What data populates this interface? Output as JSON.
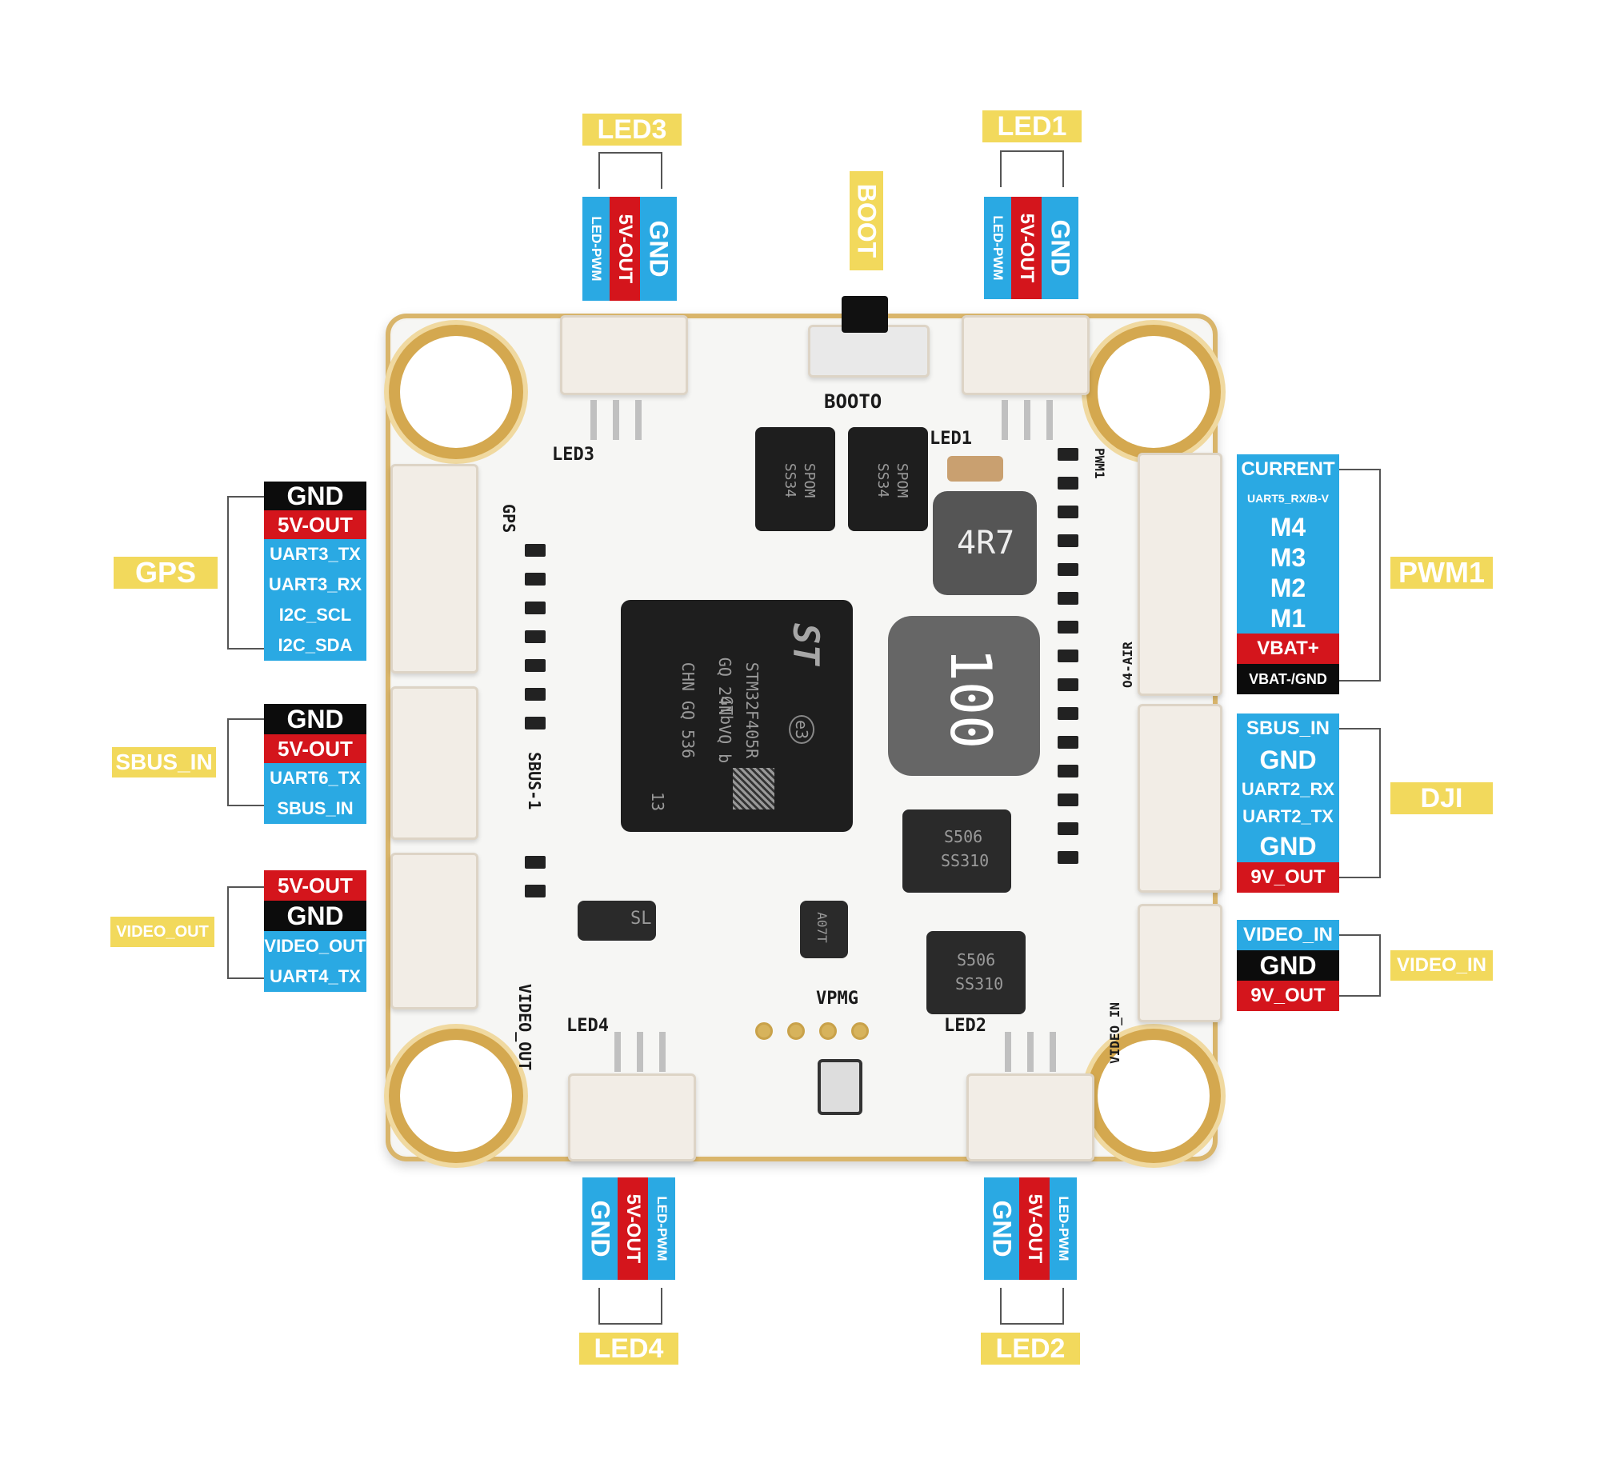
{
  "colors": {
    "tag_yellow": "#f2d95c",
    "pin_blue": "#2aa9e3",
    "pin_red": "#d4151c",
    "pin_black": "#0c0c0c",
    "board_white": "#f4f3f0",
    "gold": "#d4a84f"
  },
  "groups": {
    "led3": {
      "title": "LED3",
      "pins": [
        "LED-PWM",
        "5V-OUT",
        "GND"
      ]
    },
    "led1": {
      "title": "LED1",
      "pins": [
        "LED-PWM",
        "5V-OUT",
        "GND"
      ]
    },
    "boot": {
      "title": "BOOT"
    },
    "led4": {
      "title": "LED4",
      "pins": [
        "GND",
        "5V-OUT",
        "LED-PWM"
      ]
    },
    "led2": {
      "title": "LED2",
      "pins": [
        "GND",
        "5V-OUT",
        "LED-PWM"
      ]
    },
    "gps": {
      "title": "GPS",
      "pins": [
        "GND",
        "5V-OUT",
        "UART3_TX",
        "UART3_RX",
        "I2C_SCL",
        "I2C_SDA"
      ]
    },
    "sbus": {
      "title": "SBUS_IN",
      "pins": [
        "GND",
        "5V-OUT",
        "UART6_TX",
        "SBUS_IN"
      ]
    },
    "video_out": {
      "title": "VIDEO_OUT",
      "pins": [
        "5V-OUT",
        "GND",
        "VIDEO_OUT",
        "UART4_TX"
      ]
    },
    "pwm1": {
      "title": "PWM1",
      "pins": [
        "CURRENT",
        "UART5_RX/B-V",
        "M4",
        "M3",
        "M2",
        "M1",
        "VBAT+",
        "VBAT-/GND"
      ]
    },
    "dji": {
      "title": "DJI",
      "pins": [
        "SBUS_IN",
        "GND",
        "UART2_RX",
        "UART2_TX",
        "GND",
        "9V_OUT"
      ]
    },
    "video_in": {
      "title": "VIDEO_IN",
      "pins": [
        "VIDEO_IN",
        "GND",
        "9V_OUT"
      ]
    }
  },
  "board": {
    "mcu_lines": [
      "STM32F405R",
      "GTb",
      "GQ 24N VQ b",
      "CHN GQ 536"
    ],
    "mcu_code": "13",
    "mcu_badge": "e3",
    "mcu_logo": "ST",
    "silk": {
      "boot0": "BOOTO",
      "led3": "LED3",
      "led1": "LED1",
      "led4": "LED4",
      "led2": "LED2",
      "gps": "GPS",
      "sbus": "SBUS-1",
      "video_out": "VIDEO_OUT",
      "pwm1": "PWM1",
      "o4air": "O4-AIR",
      "video_in": "VIDEO_IN",
      "vpmg": "VPMG"
    },
    "diode1": [
      "SPOM",
      "SS34"
    ],
    "diode2": [
      "SPOM",
      "SS34"
    ],
    "inductor_small": "4R7",
    "inductor_large": "100",
    "diode3": [
      "S506",
      "SS310"
    ],
    "diode4": [
      "S506",
      "SS310"
    ],
    "small_chip_a": "SL",
    "small_chip_b": "A07T"
  }
}
